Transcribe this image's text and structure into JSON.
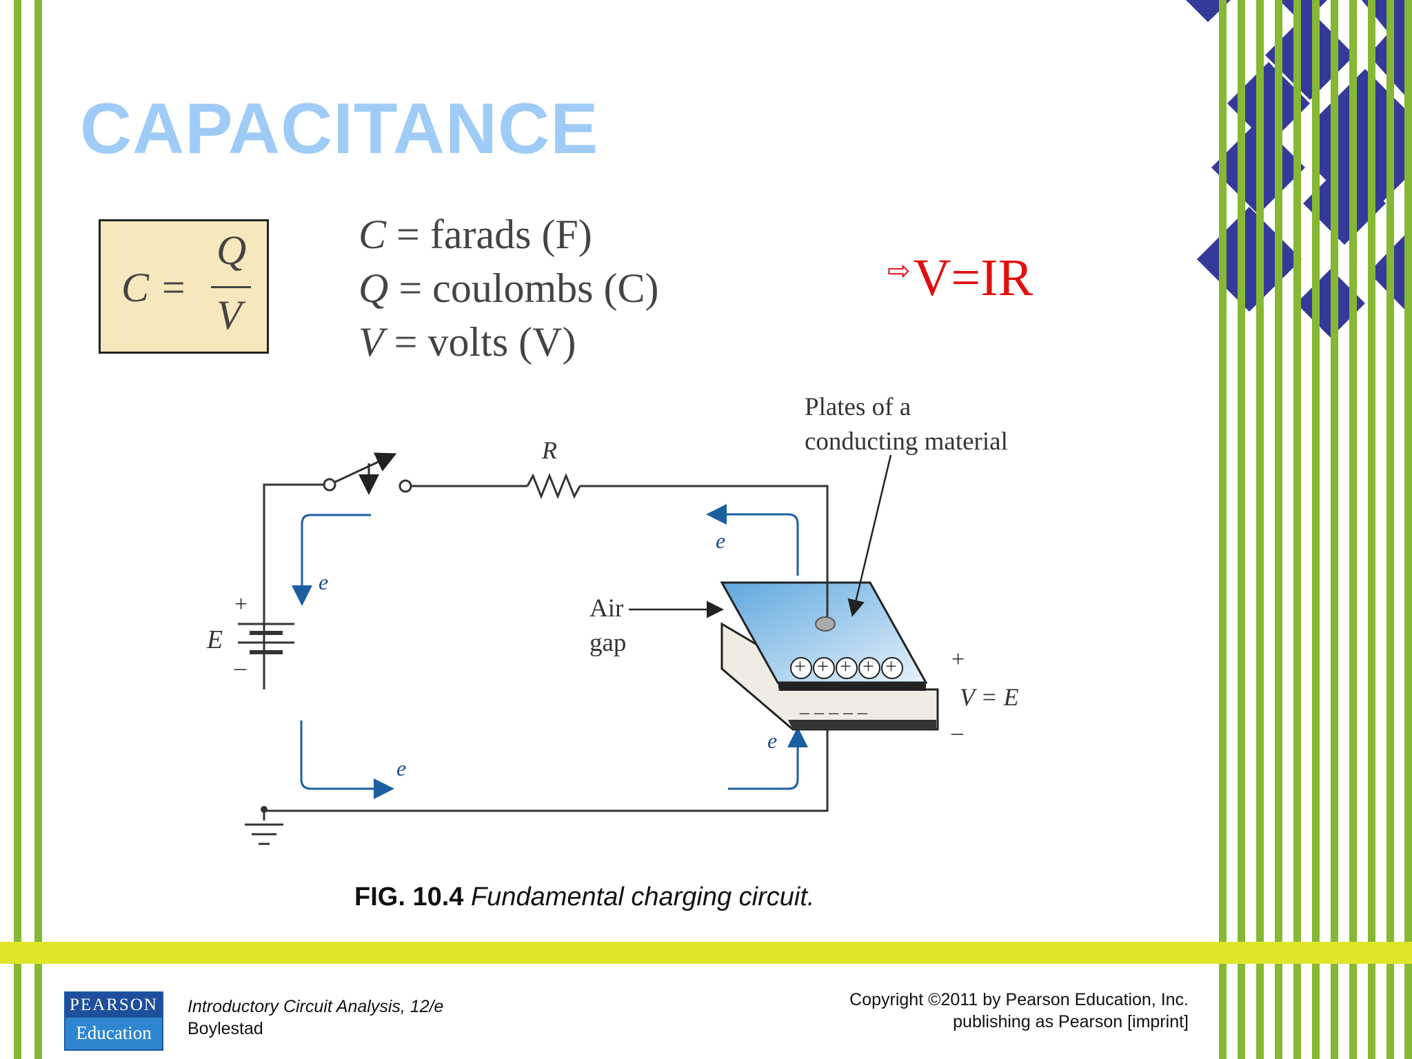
{
  "slide": {
    "title": "CAPACITANCE"
  },
  "formula": {
    "lhs": "C =",
    "numerator": "Q",
    "denominator": "V"
  },
  "definitions": [
    {
      "symbol": "C",
      "text": "= farads (F)"
    },
    {
      "symbol": "Q",
      "text": "= coulombs (C)"
    },
    {
      "symbol": "V",
      "text": "= volts (V)"
    }
  ],
  "note": {
    "arrow": "⇨",
    "text": "V=IR"
  },
  "diagram": {
    "plates_label_line1": "Plates of a",
    "plates_label_line2": "conducting material",
    "resistor_label": "R",
    "source_label": "E",
    "source_plus": "+",
    "source_minus": "–",
    "electron_label": "e",
    "air_label_line1": "Air",
    "air_label_line2": "gap",
    "voltage_label": "V = E",
    "voltage_plus": "+",
    "voltage_minus": "–",
    "plate_plus": "+",
    "plate_minus": "– – – – –"
  },
  "caption": {
    "fig": "FIG. 10.4",
    "text": "Fundamental charging circuit."
  },
  "footer": {
    "logo_top": "PEARSON",
    "logo_bottom": "Education",
    "book_title": "Introductory Circuit Analysis, 12/e",
    "author": "Boylestad",
    "copyright_line1": "Copyright ©2011 by Pearson Education, Inc.",
    "copyright_line2": "publishing as Pearson [imprint]"
  },
  "colors": {
    "title": "#9fccf6",
    "stripe_green": "#86b833",
    "band_yellow": "#dfe62a",
    "diamond_blue": "#353a9a",
    "note_red": "#e01010",
    "formula_box": "#f7e7bd"
  }
}
